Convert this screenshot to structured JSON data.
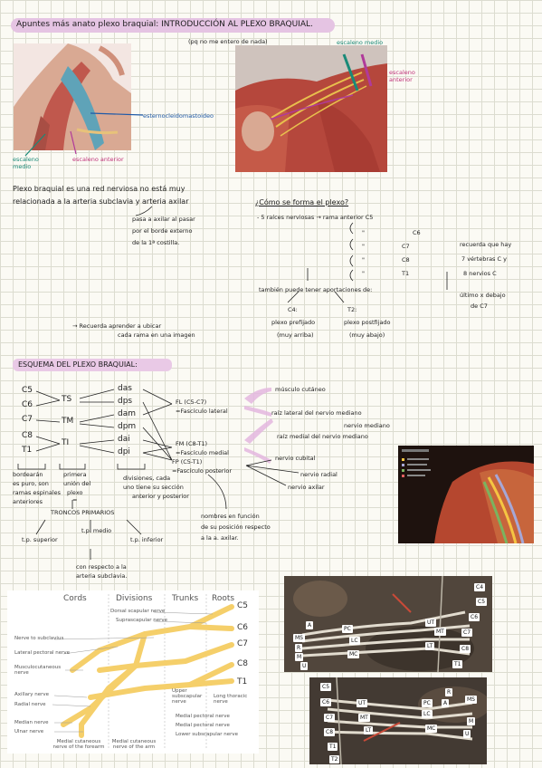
{
  "title": "Apuntes más anato plexo braquial: INTRODUCCIÓN AL PLEXO BRAQUIAL.",
  "note_top": "(pq no me entero de nada)",
  "top_left_labels": {
    "scalenus_medio": "escaleno medio",
    "scalenus_anterior": "escaleno anterior",
    "sternocleido": "esternocleidomastoideo"
  },
  "top_right_labels": {
    "scalenus_medio": "escaleno medio",
    "scalenus_anterior": "escaleno anterior"
  },
  "intro": {
    "line1": "Plexo braquial es una red nerviosa no está muy",
    "line2": "relacionada a la arteria subclavia y arteria axilar",
    "line3": "pasa a axilar al pasar",
    "line4": "por el borde externo",
    "line5": "de la 1ª costilla."
  },
  "how_formed": {
    "question": "¿Cómo se forma el plexo?",
    "line1": "- 5 raíces nerviosas → rama anterior C5",
    "roots": [
      "C6",
      "C7",
      "C8",
      "T1"
    ],
    "ditto": "\"",
    "reminder1": "recuerda que hay",
    "reminder2": "7 vértebras C y",
    "reminder3": "8 nervios C",
    "reminder4": "último x debajo",
    "reminder5": "de C7",
    "contrib": "también puede tener aportaciones de:",
    "c4": "C4:",
    "t2": "T2:",
    "prefixed": "plexo prefijado",
    "postfixed": "plexo postfijado",
    "high": "(muy arriba)",
    "low": "(muy abajo)"
  },
  "reminder_learn": {
    "line1": "→ Recuerda aprender a ubicar",
    "line2": "cada rama en una imagen"
  },
  "scheme": {
    "heading": "ESQUEMA DEL PLEXO BRAQUIAL:",
    "roots": [
      "C5",
      "C6",
      "C7",
      "C8",
      "T1"
    ],
    "trunks": [
      "TS",
      "TM",
      "TI"
    ],
    "divisions": [
      "das",
      "dps",
      "dam",
      "dpm",
      "dai",
      "dpi"
    ],
    "cord_fl": "FL (C5-C7)",
    "cord_fl_name": "=Fascículo lateral",
    "cord_fm": "FM (C8-T1)",
    "cord_fm_name": "=Fascículo medial",
    "cord_fp": "FP (C5-T1)",
    "cord_fp_name": "=Fascículo posterior",
    "nerves": [
      "músculo cutáneo",
      "raíz lateral del nervio mediano",
      "nervio mediano",
      "raíz medial del nervio mediano",
      "nervio cubital",
      "nervio radial",
      "nervio axilar"
    ],
    "note_roots1": "bordearán",
    "note_roots2": "es puro, son",
    "note_roots3": "ramas espinales",
    "note_roots4": "anteriores",
    "note_trunks1": "primera",
    "note_trunks2": "unión del",
    "note_trunks3": "plexo",
    "equals": "=",
    "trunks_title": "TRONCOS PRIMARIOS",
    "tp_sup": "t.p. superior",
    "tp_med": "t.p. medio",
    "tp_inf": "t.p. inferior",
    "respect1": "con respecto a la",
    "respect2": "arteria subclavia.",
    "div_note1": "divisiones, cada",
    "div_note2": "uno tiene su sección",
    "div_note3": "anterior y posterior",
    "cord_note1": "nombres en función",
    "cord_note2": "de su posición respecto",
    "cord_note3": "a la a. axilar."
  },
  "diagram": {
    "headers": [
      "Cords",
      "Divisions",
      "Trunks",
      "Roots"
    ],
    "roots": [
      "C5",
      "C6",
      "C7",
      "C8",
      "T1"
    ],
    "top_labels": [
      "Dorsal scapular nerve",
      "Suprascapular nerve"
    ],
    "left_labels": [
      "Nerve to subclavius",
      "Lateral pectoral nerve",
      "Musculocutaneous nerve",
      "Axillary nerve",
      "Radial nerve",
      "Median nerve",
      "Ulnar nerve"
    ],
    "bottom_labels": [
      "Medial cutaneous nerve of the forearm",
      "Medial cutaneous nerve of the arm",
      "Upper subscapular nerve",
      "Long thoracic nerve",
      "Medial pectoral nerve",
      "Medial pectoral nerve",
      "Lower subscapular nerve"
    ]
  },
  "dissection1_labels": [
    "C4",
    "C5",
    "C6",
    "C7",
    "C8",
    "T1",
    "UT",
    "MT",
    "LT",
    "PC",
    "LC",
    "MC",
    "A",
    "MS",
    "R",
    "M",
    "U"
  ],
  "dissection2_labels": [
    "C5",
    "C6",
    "C7",
    "C8",
    "T1",
    "T2",
    "UT",
    "MT",
    "LT",
    "PC",
    "LC",
    "MC",
    "A",
    "R",
    "MS",
    "M",
    "U"
  ],
  "colors": {
    "highlight": "#e5c4e3",
    "pink_note": "#c0337a",
    "teal_note": "#1a8a78",
    "blue_note": "#1f5aa8",
    "nerve_yellow": "#f5c542"
  }
}
